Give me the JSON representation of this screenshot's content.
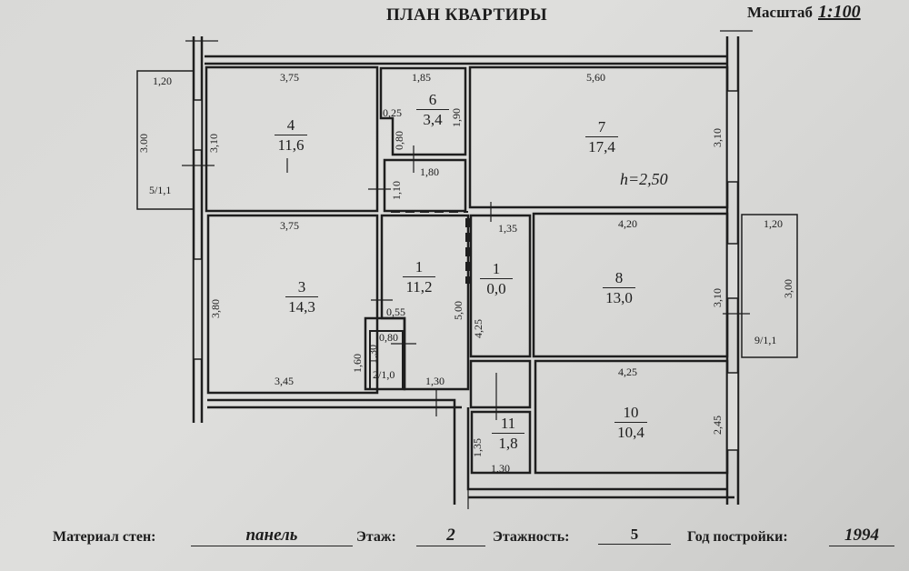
{
  "header": {
    "title": "ПЛАН КВАРТИРЫ",
    "scale_label": "Масштаб",
    "scale_value": "1:100"
  },
  "ceiling_height": "h=2,50",
  "rooms": [
    {
      "id": "4",
      "area": "11,6"
    },
    {
      "id": "6",
      "area": "3,4"
    },
    {
      "id": "7",
      "area": "17,4"
    },
    {
      "id": "3",
      "area": "14,3"
    },
    {
      "id": "1",
      "area": "11,2"
    },
    {
      "id": "1",
      "area": "0,0"
    },
    {
      "id": "8",
      "area": "13,0"
    },
    {
      "id": "11",
      "area": "1,8"
    },
    {
      "id": "10",
      "area": "10,4"
    }
  ],
  "small_labels": {
    "balcony_5": "5/1,1",
    "balcony_9": "9/1,1",
    "bath_2": "2/1,0"
  },
  "dimensions": {
    "b5_w": "1,20",
    "b5_h": "3.00",
    "r4_w": "3,75",
    "r4_h": "3,10",
    "r6_w": "1,85",
    "r6_h": "1,90",
    "r6_step": "0,25",
    "r6_door": "0,80",
    "c_w": "1,80",
    "c_h": "1,10",
    "r7_w": "5,60",
    "r7_h": "3,10",
    "r3_w": "3,75",
    "r3_h": "3,80",
    "r3_bw": "3,45",
    "r3_bh": "1,60",
    "r1_step": "0,55",
    "r2_w": "0,80",
    "r2_h": "1,30",
    "r1_bw": "1,30",
    "r1_h": "5,00",
    "r1b_h": "4,25",
    "r1b_w": "1,35",
    "r8_w": "4,20",
    "r8_h": "3,10",
    "b9_w": "1,20",
    "b9_h": "3,00",
    "r10_w": "4,25",
    "r10_h": "2,45",
    "r11_h": "1,35",
    "r11_w": "1,30"
  },
  "footer": {
    "material_label": "Материал стен:",
    "material_value": "панель",
    "floor_label": "Этаж:",
    "floor_value": "2",
    "floors_label": "Этажность:",
    "floors_value": "5",
    "year_label": "Год постройки:",
    "year_value": "1994"
  }
}
